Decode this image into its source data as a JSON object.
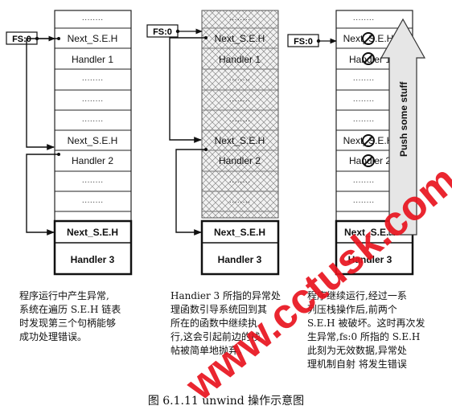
{
  "fs_label": "FS:0",
  "dots": "········",
  "next_seh": "Next_S.E.H",
  "handler_1": "Handler 1",
  "handler_2": "Handler 2",
  "handler_3": "Handler 3",
  "push_label": "Push some stuff",
  "panel1_text": [
    "程序运行中产生异常,",
    "系统在遍历 S.E.H 链表",
    "时发现第三个句柄能够",
    "成功处理错误。"
  ],
  "panel2_text": [
    "Handier 3 所指的异常处",
    "理函数引导系统回到其",
    "所在的函数中继续执",
    "行,这会引起前边的栈",
    "帖被简单地抛弃。"
  ],
  "panel3_text": [
    "程序继续运行,经过一系",
    "列压栈操作后,前两个",
    "S.E.H 被破坏。这时再次发",
    "生异常,fs:0 所指的 S.E.H",
    "此刻为无效数据,异常处",
    "理机制自射 将发生错误"
  ],
  "figure_caption": "图 6.1.11   unwind 操作示意图",
  "watermark": "www.cctusk.com",
  "colors": {
    "watermark": "#e8141e",
    "arrow_fill": "#e6e6e6",
    "block_border": "#222222"
  }
}
